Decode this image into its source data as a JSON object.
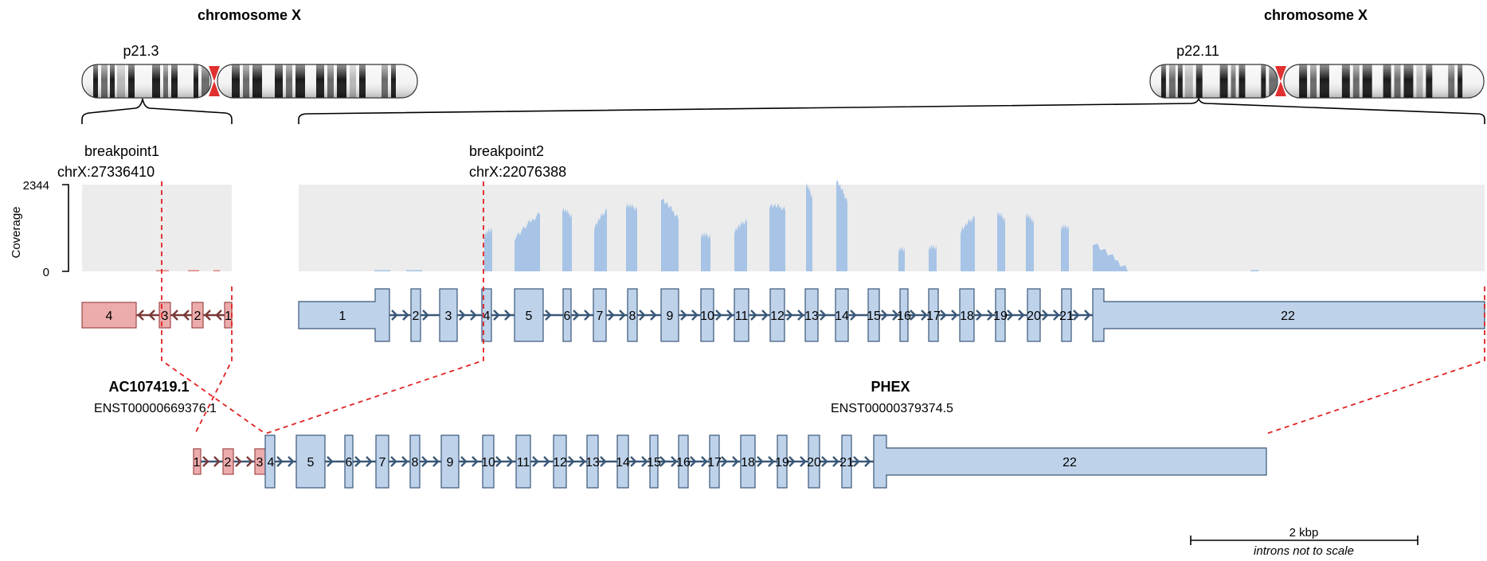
{
  "left_chrom": {
    "title": "chromosome X",
    "band": "p21.3"
  },
  "right_chrom": {
    "title": "chromosome X",
    "band": "p22.11"
  },
  "breakpoint1": {
    "label": "breakpoint1",
    "position": "chrX:27336410"
  },
  "breakpoint2": {
    "label": "breakpoint2",
    "position": "chrX:22076388"
  },
  "coverage": {
    "axis_label": "Coverage",
    "max_label": "2344",
    "min_label": "0",
    "max": 2344
  },
  "gene1": {
    "name": "AC107419.1",
    "transcript": "ENST00000669376.1",
    "exons": [
      "4",
      "3",
      "2",
      "1"
    ],
    "fill": "#ecacac",
    "stroke": "#a04848"
  },
  "gene2": {
    "name": "PHEX",
    "transcript": "ENST00000379374.5",
    "exons": [
      "1",
      "2",
      "3",
      "4",
      "5",
      "6",
      "7",
      "8",
      "9",
      "10",
      "11",
      "12",
      "13",
      "14",
      "15",
      "16",
      "17",
      "18",
      "19",
      "20",
      "21",
      "22"
    ],
    "fill": "#bed2ea",
    "stroke": "#3a5878"
  },
  "fusion_exons": [
    "1",
    "2",
    "3",
    "4",
    "5",
    "6",
    "7",
    "8",
    "9",
    "10",
    "11",
    "12",
    "13",
    "14",
    "15",
    "16",
    "17",
    "18",
    "19",
    "20",
    "21",
    "22"
  ],
  "scale": {
    "label": "2 kbp",
    "note": "introns not to scale"
  },
  "colors": {
    "coverage_bg": "#ececec",
    "coverage_fill": "#a7c4e6",
    "breakpoint": "#e02020"
  }
}
